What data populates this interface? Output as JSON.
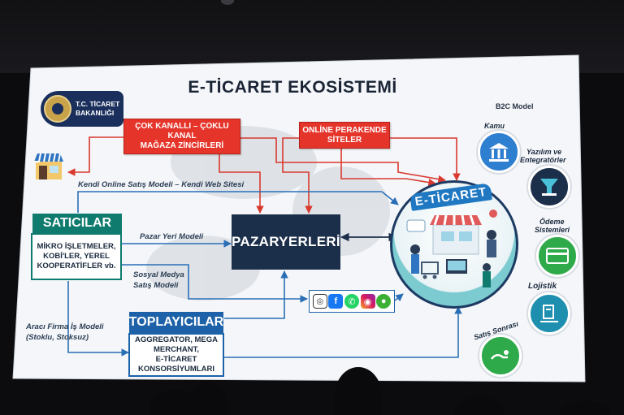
{
  "slide": {
    "title": "E-TİCARET EKOSİSTEMİ",
    "subtitle_right": "B2C Model"
  },
  "logo": {
    "line1": "T.C. TİCARET",
    "line2": "BAKANLIĞI"
  },
  "nodes": {
    "multi_channel": {
      "line1": "ÇOK KANALLI – ÇOKLU",
      "line2": "KANAL",
      "line3": "MAĞAZA ZİNCİRLERİ"
    },
    "online_retail": {
      "line1": "ONLİNE PERAKENDE",
      "line2": "SİTELER"
    },
    "sellers": {
      "title": "SATICILAR",
      "line1": "MİKRO İŞLETMELER,",
      "line2": "KOBİ'LER, YEREL",
      "line3": "KOOPERATİFLER vb."
    },
    "marketplaces": {
      "title": "PAZARYERLERİ"
    },
    "aggregators": {
      "title": "TOPLAYICILAR",
      "line1": "AGGREGATOR, MEGA",
      "line2": "MERCHANT,",
      "line3": "E-TİCARET",
      "line4": "KONSORSİYUMLARI"
    },
    "hub": {
      "title": "E-TİCARET"
    }
  },
  "edge_labels": {
    "own_site": "Kendi Online Satış Modeli – Kendi Web Sitesi",
    "marketplace_model": "Pazar Yeri Modeli",
    "social_line1": "Sosyal Medya",
    "social_line2": "Satış Modeli",
    "intermediary_line1": "Aracı Firma İş Modeli",
    "intermediary_line2": "(Stoklu, Stoksuz)"
  },
  "satellites": {
    "kamu": "Kamu",
    "software_line1": "Yazılım ve",
    "software_line2": "Entegratörler",
    "payment_line1": "Ödeme",
    "payment_line2": "Sistemleri",
    "logistics": "Lojistik",
    "after_sales": "Satış Sonrası"
  },
  "social_icons": [
    "globe-icon",
    "facebook-icon",
    "whatsapp-icon",
    "instagram-icon",
    "wechat-icon"
  ],
  "colors": {
    "red": "#e5352b",
    "navy": "#1c2f4a",
    "teal": "#0f7b6e",
    "blue": "#1d62a8",
    "arrow_red": "#d9392e",
    "arrow_blue": "#2a6fb5"
  }
}
